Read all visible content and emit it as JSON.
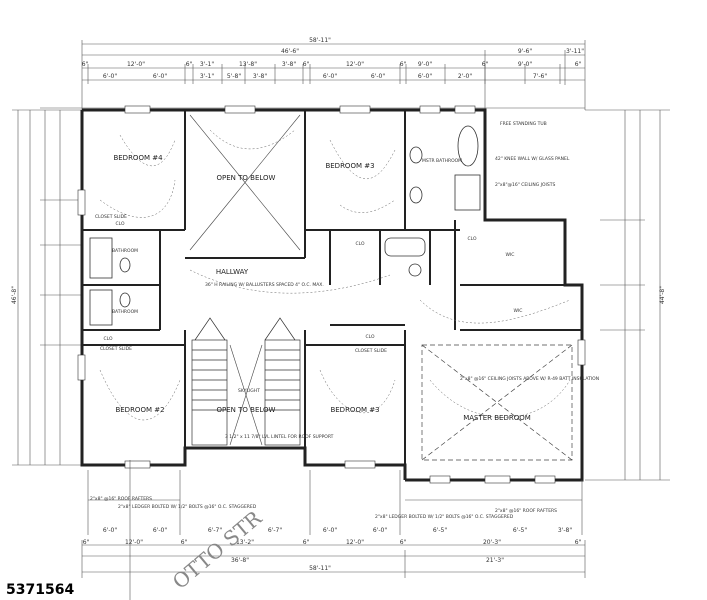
{
  "listing_id": "5371564",
  "overall_dims": {
    "top_total": "58'-11\"",
    "top_sub_left": "46'-6\"",
    "top_sub_right": "9'-6\"",
    "top_small": "3'-11\"",
    "bottom_total": "58'-11\"",
    "bottom_sub_left": "36'-8\"",
    "bottom_sub_right": "21'-3\""
  },
  "top_segments": [
    "6\"",
    "12'-0\"",
    "6\"",
    "3'-1\"",
    "13'-8\"",
    "3'-8\"",
    "6\"",
    "12'-0\"",
    "6\"",
    "9'-0\"",
    "6\"",
    "9'-0\"",
    "6\""
  ],
  "top_segments_2": [
    "6'-0\"",
    "6'-0\"",
    "3'-1\"",
    "5'-8\"",
    "3'-8\"",
    "6'-0\"",
    "6'-0\"",
    "6'-0\"",
    "2'-0\"",
    "7'-6\""
  ],
  "bottom_segments": [
    "6\"",
    "12'-0\"",
    "6\"",
    "13'-2\"",
    "6\"",
    "12'-0\"",
    "6\"",
    "20'-3\"",
    "6\""
  ],
  "bottom_segments_2": [
    "6'-0\"",
    "6'-0\"",
    "6'-7\"",
    "6'-7\"",
    "6'-0\"",
    "6'-0\"",
    "6'-5\"",
    "6'-5\"",
    "3'-8\""
  ],
  "left_total": "46'-8\"",
  "right_total": "44'-8\"",
  "rooms": {
    "bedroom_4": "BEDROOM #4",
    "bedroom_3": "BEDROOM #3",
    "bedroom_2": "BEDROOM #2",
    "bedroom_3b": "BEDROOM #3",
    "open_below_1": "OPEN TO BELOW",
    "open_below_2": "OPEN TO BELOW",
    "master_bath": "MSTR BATHROOM",
    "master_bedroom": "MASTER BEDROOM",
    "hallway": "HALLWAY",
    "bathroom_1": "BATHROOM",
    "bathroom_2": "BATHROOM",
    "wic_1": "WIC",
    "wic_2": "WIC",
    "clo_1": "CLO",
    "clo_2": "CLO",
    "clo_3": "CLO",
    "clo_4": "CLO",
    "clo_5": "CLO"
  },
  "notes": {
    "ceiling_joists": "2\"x8\" @16\" CEILING JOISTS ABOVE W/ R-49 BATT INSULATION",
    "ceiling_joists_short": "2\"x8\"@16\" CEILING JOISTS",
    "railing": "36\" H RAILING W/ BALLUSTERS SPACED 4\" O.C. MAX.",
    "knee_wall": "42\" KNEE WALL W/ GLASS PANEL",
    "free_standing_tub": "FREE STANDING TUB",
    "roof_rafters": "2\"x8\" @16\" ROOF RAFTERS",
    "ledger": "2\"x8\" LEDGER BOLTED W/ 1/2\" BOLTS @16\" O.C. STAGGERED",
    "lvl_lintel": "3 1/2\" x 11 7/8\" LVL LINTEL FOR ROOF SUPPORT",
    "closet_slide": "CLOSET SLIDE",
    "skylight": "SKYLIGHT"
  },
  "watermark": "OTTO STR"
}
